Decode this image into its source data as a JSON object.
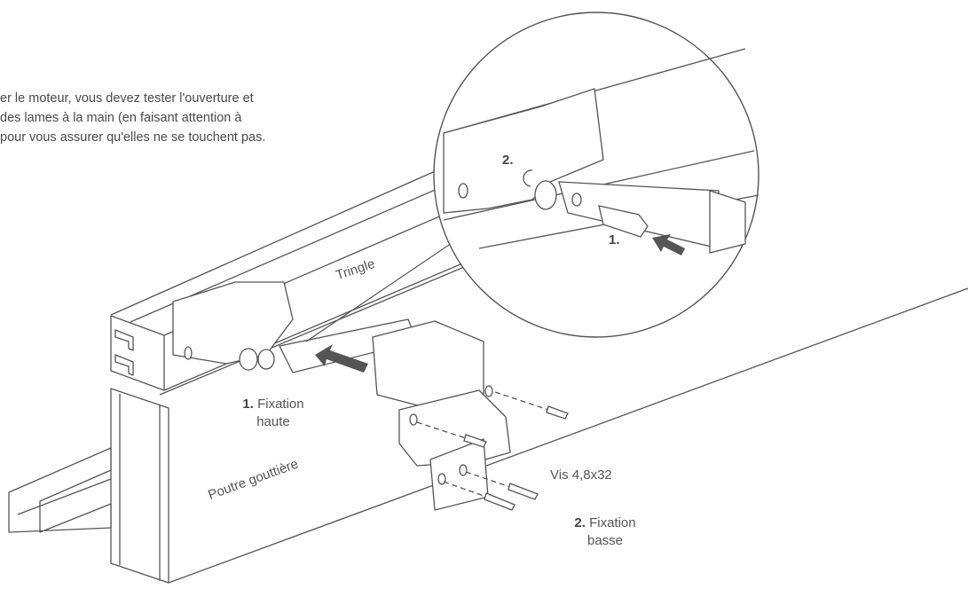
{
  "instructions": {
    "line1": "er le moteur, vous devez tester l'ouverture et",
    "line2": " des lames à la main (en faisant attention à",
    "line3": "pour vous assurer qu'elles ne se touchent pas."
  },
  "labels": {
    "tringle": "Tringle",
    "poutre": "Poutre gouttière",
    "vis": "Vis 4,8x32",
    "fix_haute_num": "1.",
    "fix_haute_text": "Fixation",
    "fix_haute_text2": "haute",
    "fix_basse_num": "2.",
    "fix_basse_text": "Fixation",
    "fix_basse_text2": "basse"
  },
  "detail": {
    "step1": "1.",
    "step2": "2."
  },
  "colors": {
    "line": "#555555",
    "arrow": "#555555",
    "fill": "#ffffff"
  }
}
